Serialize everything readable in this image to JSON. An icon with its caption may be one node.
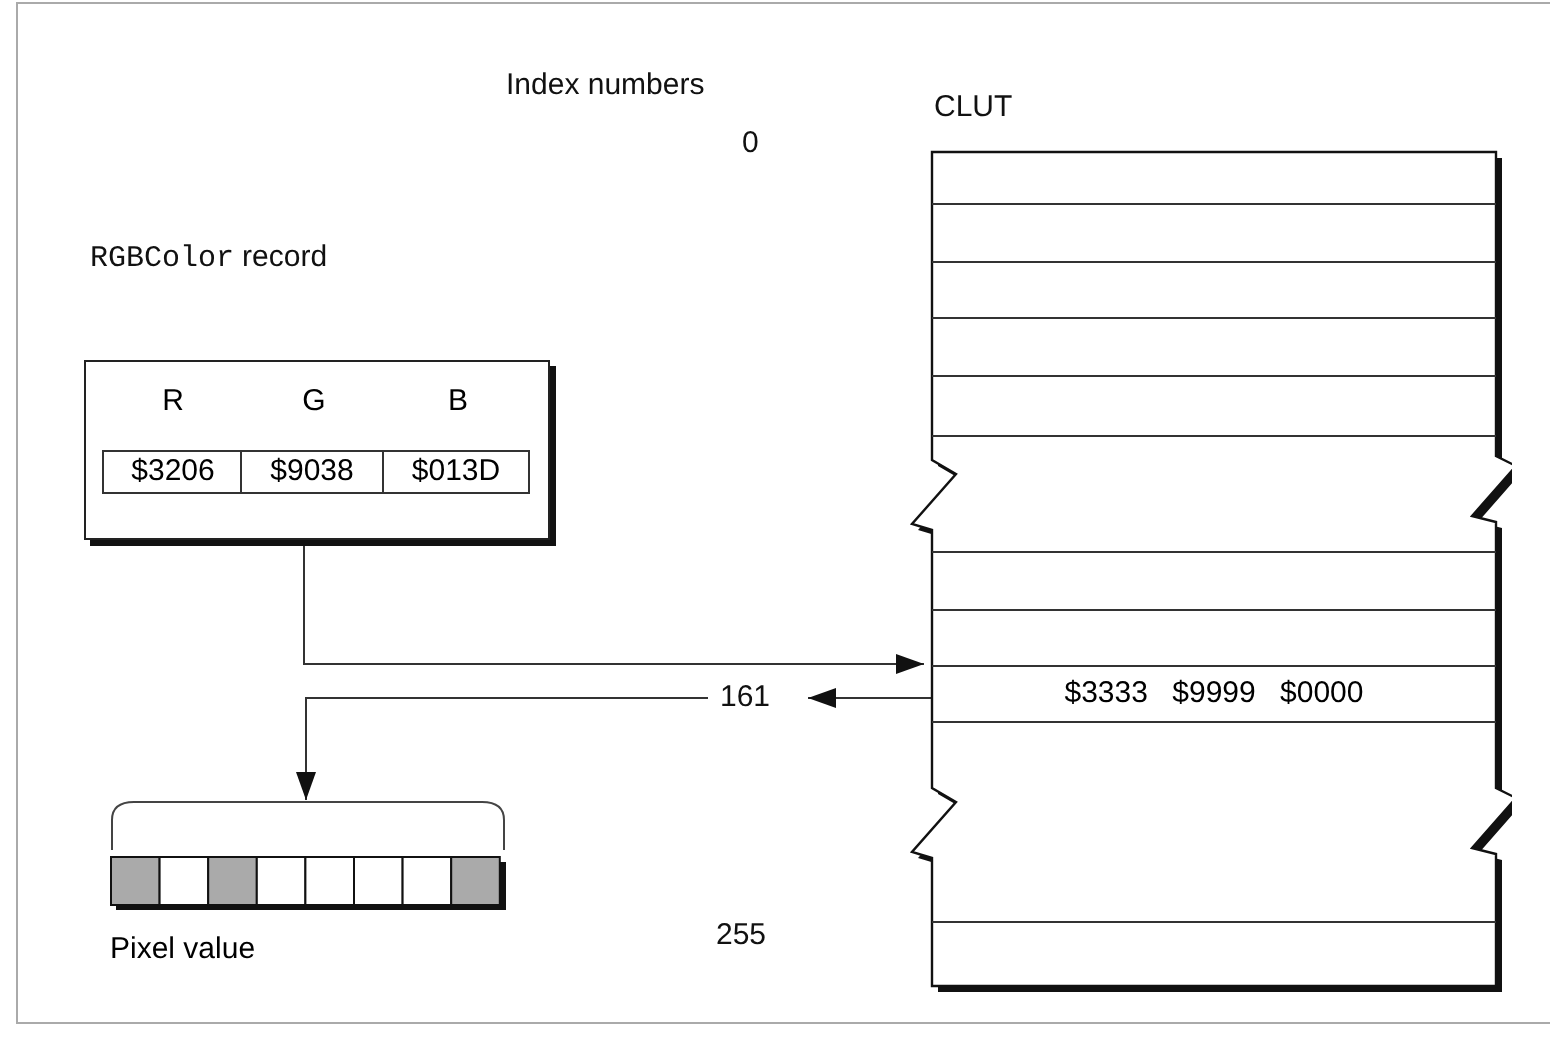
{
  "diagram": {
    "nodes": [
      {
        "text": [
          "RGBColor",
          "record"
        ]
      },
      {
        "text": [
          "$3206"
        ],
        "beside": [
          "R"
        ],
        "in": 0
      },
      {
        "text": [
          "$9038"
        ],
        "beside": [
          "G"
        ],
        "in": 0
      },
      {
        "text": [
          "$013D"
        ],
        "beside": [
          "B"
        ],
        "in": 0
      },
      {
        "text": [
          "CLUT"
        ]
      },
      {
        "text": [
          "$3333 $9999 $0000"
        ],
        "in": 4
      },
      {
        "text": [
          "161"
        ]
      },
      {
        "text": [],
        "shape": "bar",
        "beside": [
          "Pixel value"
        ]
      }
    ],
    "edges": [
      {
        "from": 0,
        "to": 5,
        "arrow": "to"
      },
      {
        "from": 5,
        "to": 6,
        "arrow": "to"
      },
      {
        "from": 6,
        "to": 7,
        "arrow": "to"
      }
    ],
    "labels": [
      "Index numbers",
      "0",
      "255"
    ]
  }
}
